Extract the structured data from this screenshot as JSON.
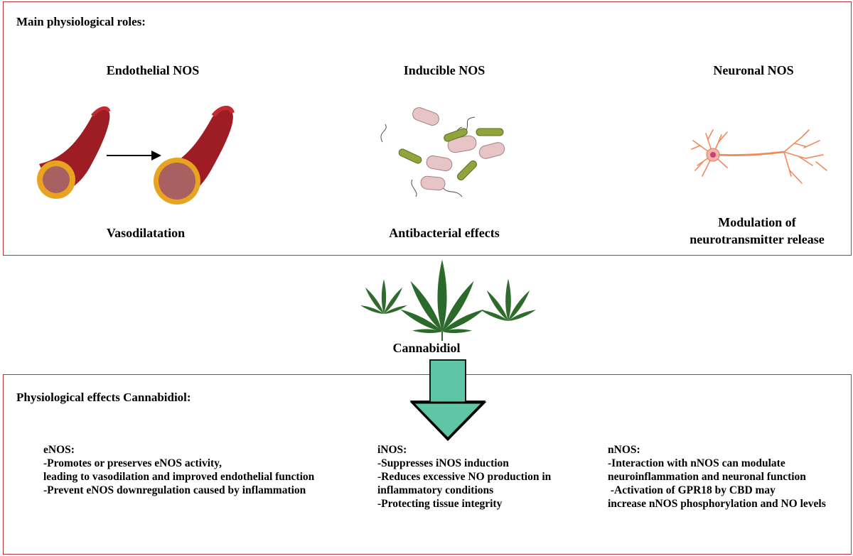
{
  "top_panel": {
    "heading": "Main physiological roles:",
    "columns": [
      {
        "title": "Endothelial NOS",
        "caption": "Vasodilatation",
        "icon": "blood-vessel-icon"
      },
      {
        "title": "Inducible NOS",
        "caption": "Antibacterial effects",
        "icon": "bacteria-icon"
      },
      {
        "title": "Neuronal NOS",
        "caption_lines": [
          "Modulation of",
          "neurotransmitter release"
        ],
        "icon": "neuron-icon"
      }
    ]
  },
  "center": {
    "label": "Cannabidiol",
    "icon": "cannabis-leaf-icon"
  },
  "bottom_panel": {
    "heading": "Physiological effects Cannabidiol:",
    "effects": [
      {
        "label": "eNOS:",
        "lines": [
          "-Promotes or preserves eNOS activity,",
          "leading to vasodilation and improved endothelial function",
          "-Prevent eNOS downregulation caused by inflammation"
        ]
      },
      {
        "label": "iNOS:",
        "lines": [
          "-Suppresses iNOS induction",
          "-Reduces excessive NO production in",
          "inflammatory conditions",
          "-Protecting tissue integrity"
        ]
      },
      {
        "label": "nNOS:",
        "lines": [
          "-Interaction with nNOS can modulate",
          "neuroinflammation and neuronal function",
          " -Activation of GPR18 by CBD may",
          "increase nNOS phosphorylation and NO levels"
        ]
      }
    ]
  },
  "colors": {
    "border": "#b5333a",
    "vessel": "#9e1c24",
    "vessel_ring": "#e8a321",
    "lumen": "#a86060",
    "leaf": "#2f6b2c",
    "arrow": "#5ec6a4"
  }
}
